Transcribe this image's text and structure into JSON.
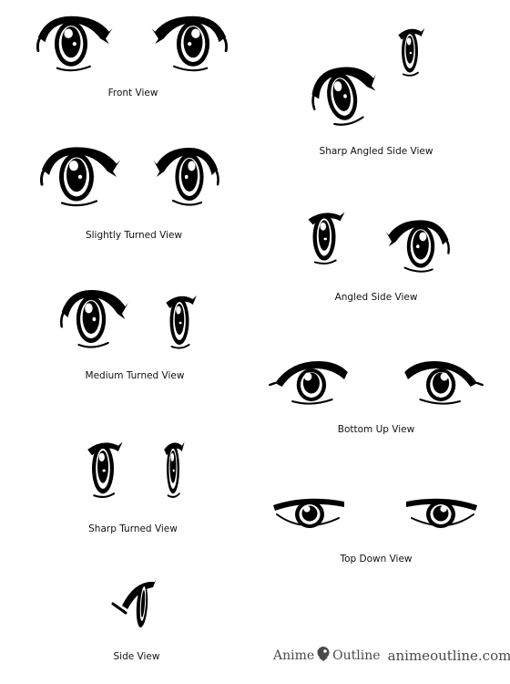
{
  "labels": {
    "front": "Front View",
    "slightly": "Slightly Turned View",
    "medium": "Medium Turned View",
    "sharp_turned": "Sharp Turned View",
    "side": "Side View",
    "sharp_angled_side": "Sharp Angled Side View",
    "angled_side": "Angled Side View",
    "bottom_up": "Bottom Up View",
    "top_down": "Top Down View"
  },
  "footer": {
    "brand_part1": "Anime",
    "brand_part2": "Outline",
    "site": "animeoutline.com"
  },
  "colors": {
    "ink": "#000000",
    "paper": "#ffffff",
    "footer_text": "#4a4a4a"
  }
}
